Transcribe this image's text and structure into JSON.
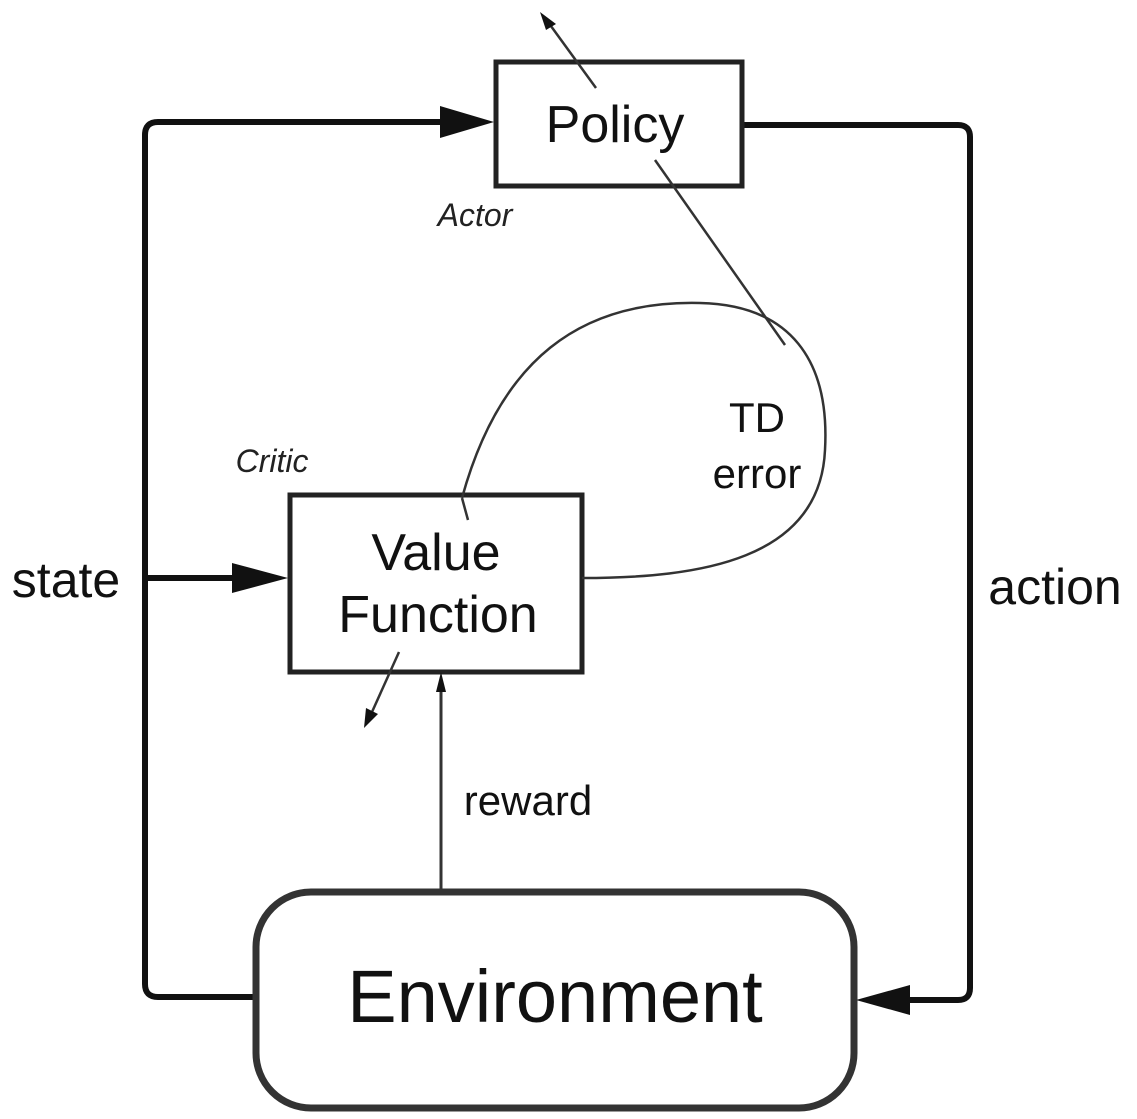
{
  "diagram": {
    "title": "Actor-Critic Architecture",
    "nodes": {
      "policy": {
        "label": "Policy",
        "role_label": "Actor"
      },
      "value_function": {
        "label_line1": "Value",
        "label_line2": "Function",
        "role_label": "Critic"
      },
      "environment": {
        "label": "Environment"
      },
      "td_error": {
        "label_line1": "TD",
        "label_line2": "error"
      }
    },
    "edges": {
      "state": {
        "label": "state",
        "from": "environment",
        "to": [
          "policy",
          "value_function"
        ]
      },
      "action": {
        "label": "action",
        "from": "policy",
        "to": "environment"
      },
      "reward": {
        "label": "reward",
        "from": "environment",
        "to": "value_function"
      },
      "td_error": {
        "from": "value_function",
        "to": [
          "policy",
          "value_function"
        ]
      }
    },
    "colors": {
      "stroke": "#111111",
      "background": "#ffffff"
    }
  }
}
